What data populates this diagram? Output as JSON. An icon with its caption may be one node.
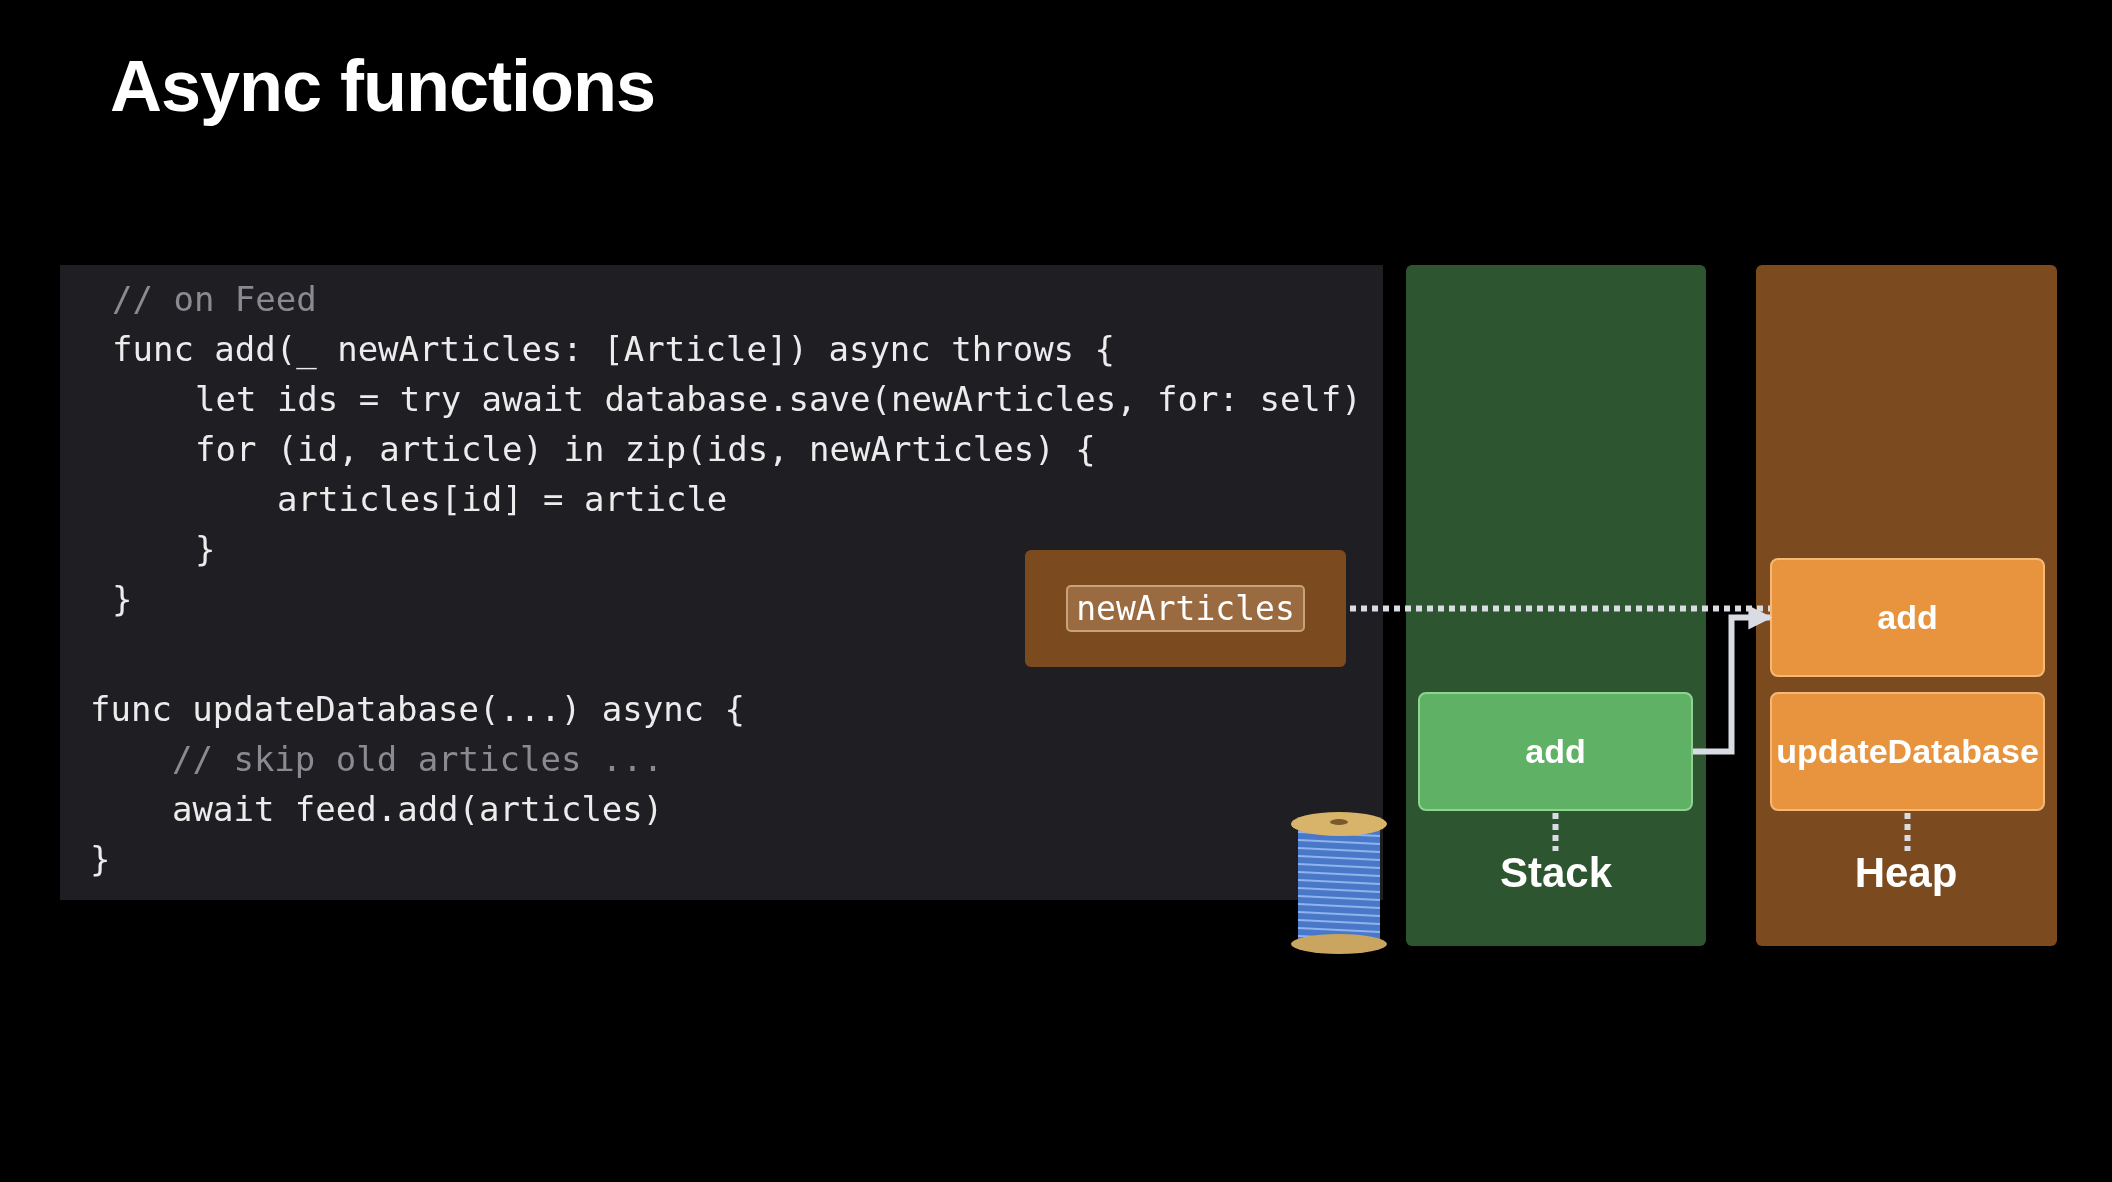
{
  "diagram": {
    "title": "Async functions",
    "nodes": [
      {
        "text": [],
        "shape": "box"
      },
      {
        "text": [
          "add"
        ],
        "in": 0
      },
      {
        "text": [
          "Stack"
        ],
        "in": 0
      },
      {
        "text": [],
        "shape": "box"
      },
      {
        "text": [
          "add"
        ],
        "in": 3
      },
      {
        "text": [
          "updateDatabase"
        ],
        "in": 3
      },
      {
        "text": [
          "Heap"
        ],
        "in": 3
      },
      {
        "text": [
          "newArticles"
        ]
      }
    ],
    "edges": [
      {
        "from": 7,
        "to": 4,
        "arrow": "none",
        "style": "dashed"
      },
      {
        "from": 1,
        "to": 4,
        "arrow": "to"
      },
      {
        "from": 1,
        "to": 2,
        "arrow": "none",
        "style": "dashed"
      },
      {
        "from": 5,
        "to": 6,
        "arrow": "none",
        "style": "dashed"
      }
    ],
    "labels": [
      "// on Feed",
      "func add(_ newArticles: [Article]) async throws {",
      "let ids = try await database.save(newArticles, for: self)",
      "for (id, article) in zip(ids, newArticles) {",
      "articles[id] = article",
      "}",
      "}",
      "func updateDatabase(...) async {",
      "// skip old articles ...",
      "await feed.add(articles)",
      "}"
    ]
  }
}
